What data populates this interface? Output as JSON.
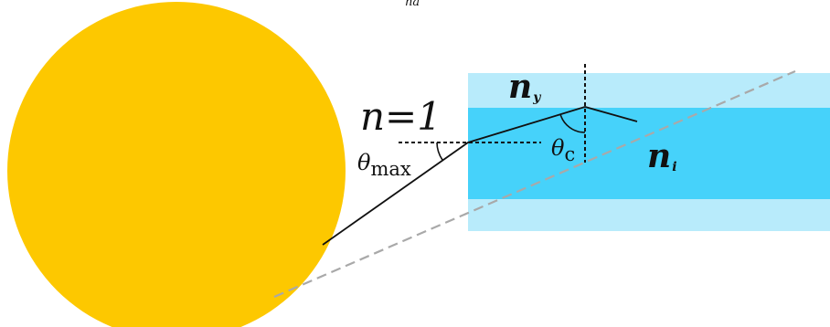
{
  "diagram": {
    "top_caption": "na",
    "labels": {
      "n_one": "n=1",
      "n_y_main": "n",
      "n_y_sub": "y",
      "n_i_main": "n",
      "n_i_sub": "i",
      "theta_max_symbol": "θ",
      "theta_max_sub": "max",
      "theta_c_symbol": "θ",
      "theta_c_sub": "c"
    },
    "colors": {
      "sphere": "#FDC800",
      "cladding": "#B8EBFB",
      "core": "#46D2FA",
      "ray": "#111111",
      "dashed_ray": "#A9A9A9"
    }
  }
}
